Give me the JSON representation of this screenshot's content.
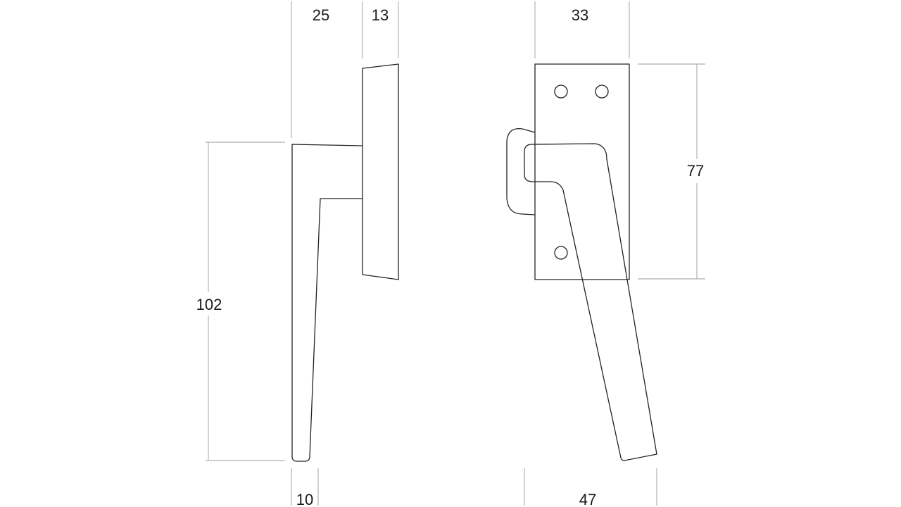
{
  "dimensions": {
    "side_reach": "25",
    "side_base_depth": "13",
    "side_height": "102",
    "side_grip_width": "10",
    "front_base_width": "33",
    "front_base_height": "77",
    "front_span": "47"
  }
}
